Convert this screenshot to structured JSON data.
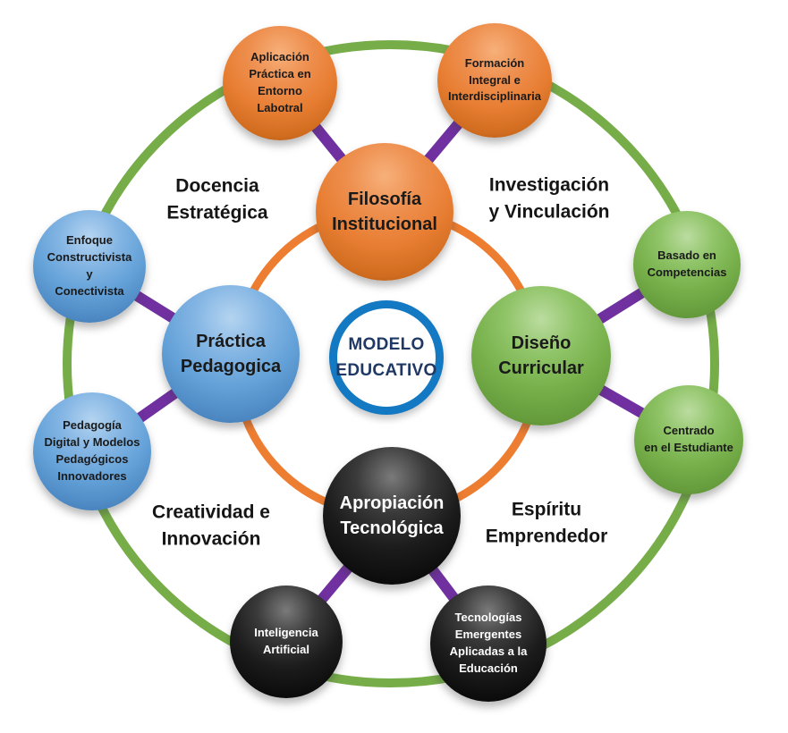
{
  "center": {
    "label": "MODELO\nEDUCATIVO"
  },
  "nodes": {
    "filosofia": {
      "label": "Filosofía\nInstitucional",
      "color": "orange"
    },
    "practica": {
      "label": "Práctica\nPedagogica",
      "color": "blue"
    },
    "diseno": {
      "label": "Diseño\nCurricular",
      "color": "green"
    },
    "apropiacion": {
      "label": "Apropiación\nTecnológica",
      "color": "black"
    },
    "aplicacion": {
      "label": "Aplicación\nPráctica en\nEntorno\nLabotral",
      "color": "orange"
    },
    "formacion": {
      "label": "Formación\nIntegral e\nInterdisciplinaria",
      "color": "orange"
    },
    "enfoque": {
      "label": "Enfoque\nConstructivista\ny\nConectivista",
      "color": "blue"
    },
    "pedagogia": {
      "label": "Pedagogía\nDigital y Modelos\nPedagógicos\nInnovadores",
      "color": "blue"
    },
    "basado": {
      "label": "Basado en\nCompetencias",
      "color": "green"
    },
    "centrado": {
      "label": "Centrado\nen el Estudiante",
      "color": "green"
    },
    "inteligencia": {
      "label": "Inteligencia\nArtificial",
      "color": "black"
    },
    "tecnologias": {
      "label": "Tecnologías\nEmergentes\nAplicadas a la\nEducación",
      "color": "black"
    }
  },
  "quadrants": {
    "top_left": {
      "label": "Docencia\nEstratégica"
    },
    "top_right": {
      "label": "Investigación\ny Vinculación"
    },
    "bottom_left": {
      "label": "Creatividad e\nInnovación"
    },
    "bottom_right": {
      "label": "Espíritu\nEmprendedor"
    }
  },
  "colors": {
    "orange_node": "#E8813B",
    "blue_node": "#63A1D8",
    "green_node": "#77B04B",
    "black_node": "#1C1C1C",
    "outer_ring_green": "#76AD49",
    "inner_ring_orange": "#ED7D31",
    "purple_connector": "#7030A0",
    "center_ring_blue": "#1279C2",
    "center_text": "#1F3864"
  }
}
